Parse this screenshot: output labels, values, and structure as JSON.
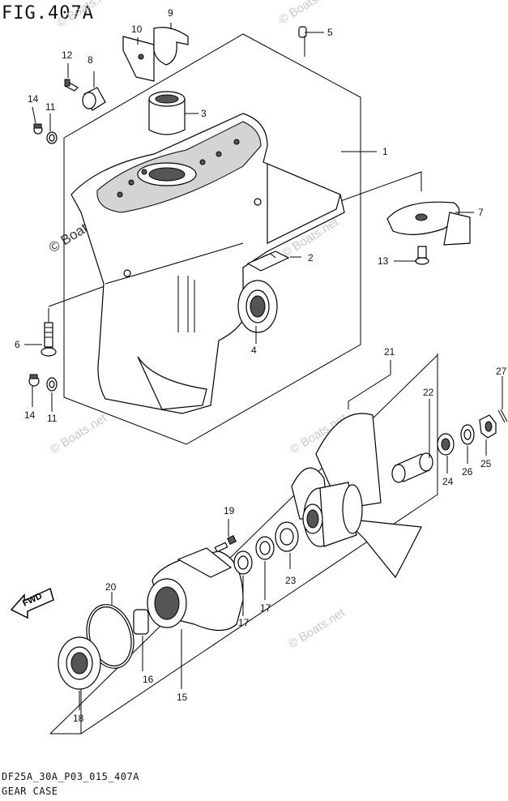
{
  "figure": {
    "title": "FIG.407A",
    "code": "DF25A_30A_P03_015_407A",
    "name": "GEAR CASE"
  },
  "direction_marker": "FWD",
  "watermark": "© Boats.net",
  "callouts": [
    "1",
    "2",
    "3",
    "4",
    "5",
    "6",
    "7",
    "8",
    "9",
    "10",
    "11",
    "11",
    "12",
    "13",
    "14",
    "14",
    "15",
    "16",
    "17",
    "17",
    "18",
    "19",
    "20",
    "21",
    "22",
    "23",
    "24",
    "25",
    "26",
    "27"
  ]
}
